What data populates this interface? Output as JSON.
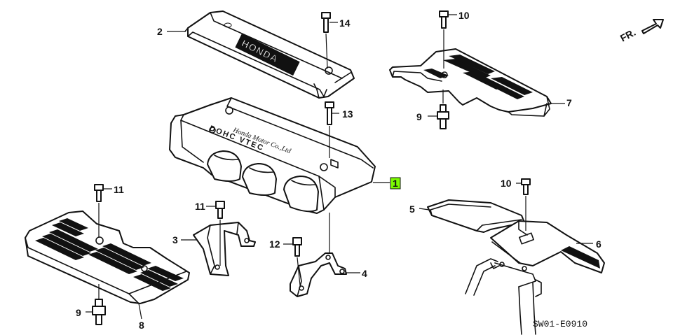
{
  "diagram": {
    "code": "SW01-E0910",
    "direction_label": "FR.",
    "engraving": {
      "maker": "Honda Motor Co.,Ltd",
      "brand": "HONDA",
      "badge": "DOHC VTEC"
    },
    "callouts": [
      {
        "id": "c1",
        "text": "1",
        "highlighted": true
      },
      {
        "id": "c2",
        "text": "2"
      },
      {
        "id": "c3",
        "text": "3"
      },
      {
        "id": "c4",
        "text": "4"
      },
      {
        "id": "c5",
        "text": "5"
      },
      {
        "id": "c6",
        "text": "6"
      },
      {
        "id": "c7",
        "text": "7"
      },
      {
        "id": "c8",
        "text": "8"
      },
      {
        "id": "c9a",
        "text": "9"
      },
      {
        "id": "c9b",
        "text": "9"
      },
      {
        "id": "c10a",
        "text": "10"
      },
      {
        "id": "c10b",
        "text": "10"
      },
      {
        "id": "c11a",
        "text": "11"
      },
      {
        "id": "c11b",
        "text": "11"
      },
      {
        "id": "c12",
        "text": "12"
      },
      {
        "id": "c13",
        "text": "13"
      },
      {
        "id": "c14",
        "text": "14"
      }
    ],
    "colors": {
      "line": "#111111",
      "highlight": "#7CFC00",
      "background": "#ffffff"
    }
  }
}
